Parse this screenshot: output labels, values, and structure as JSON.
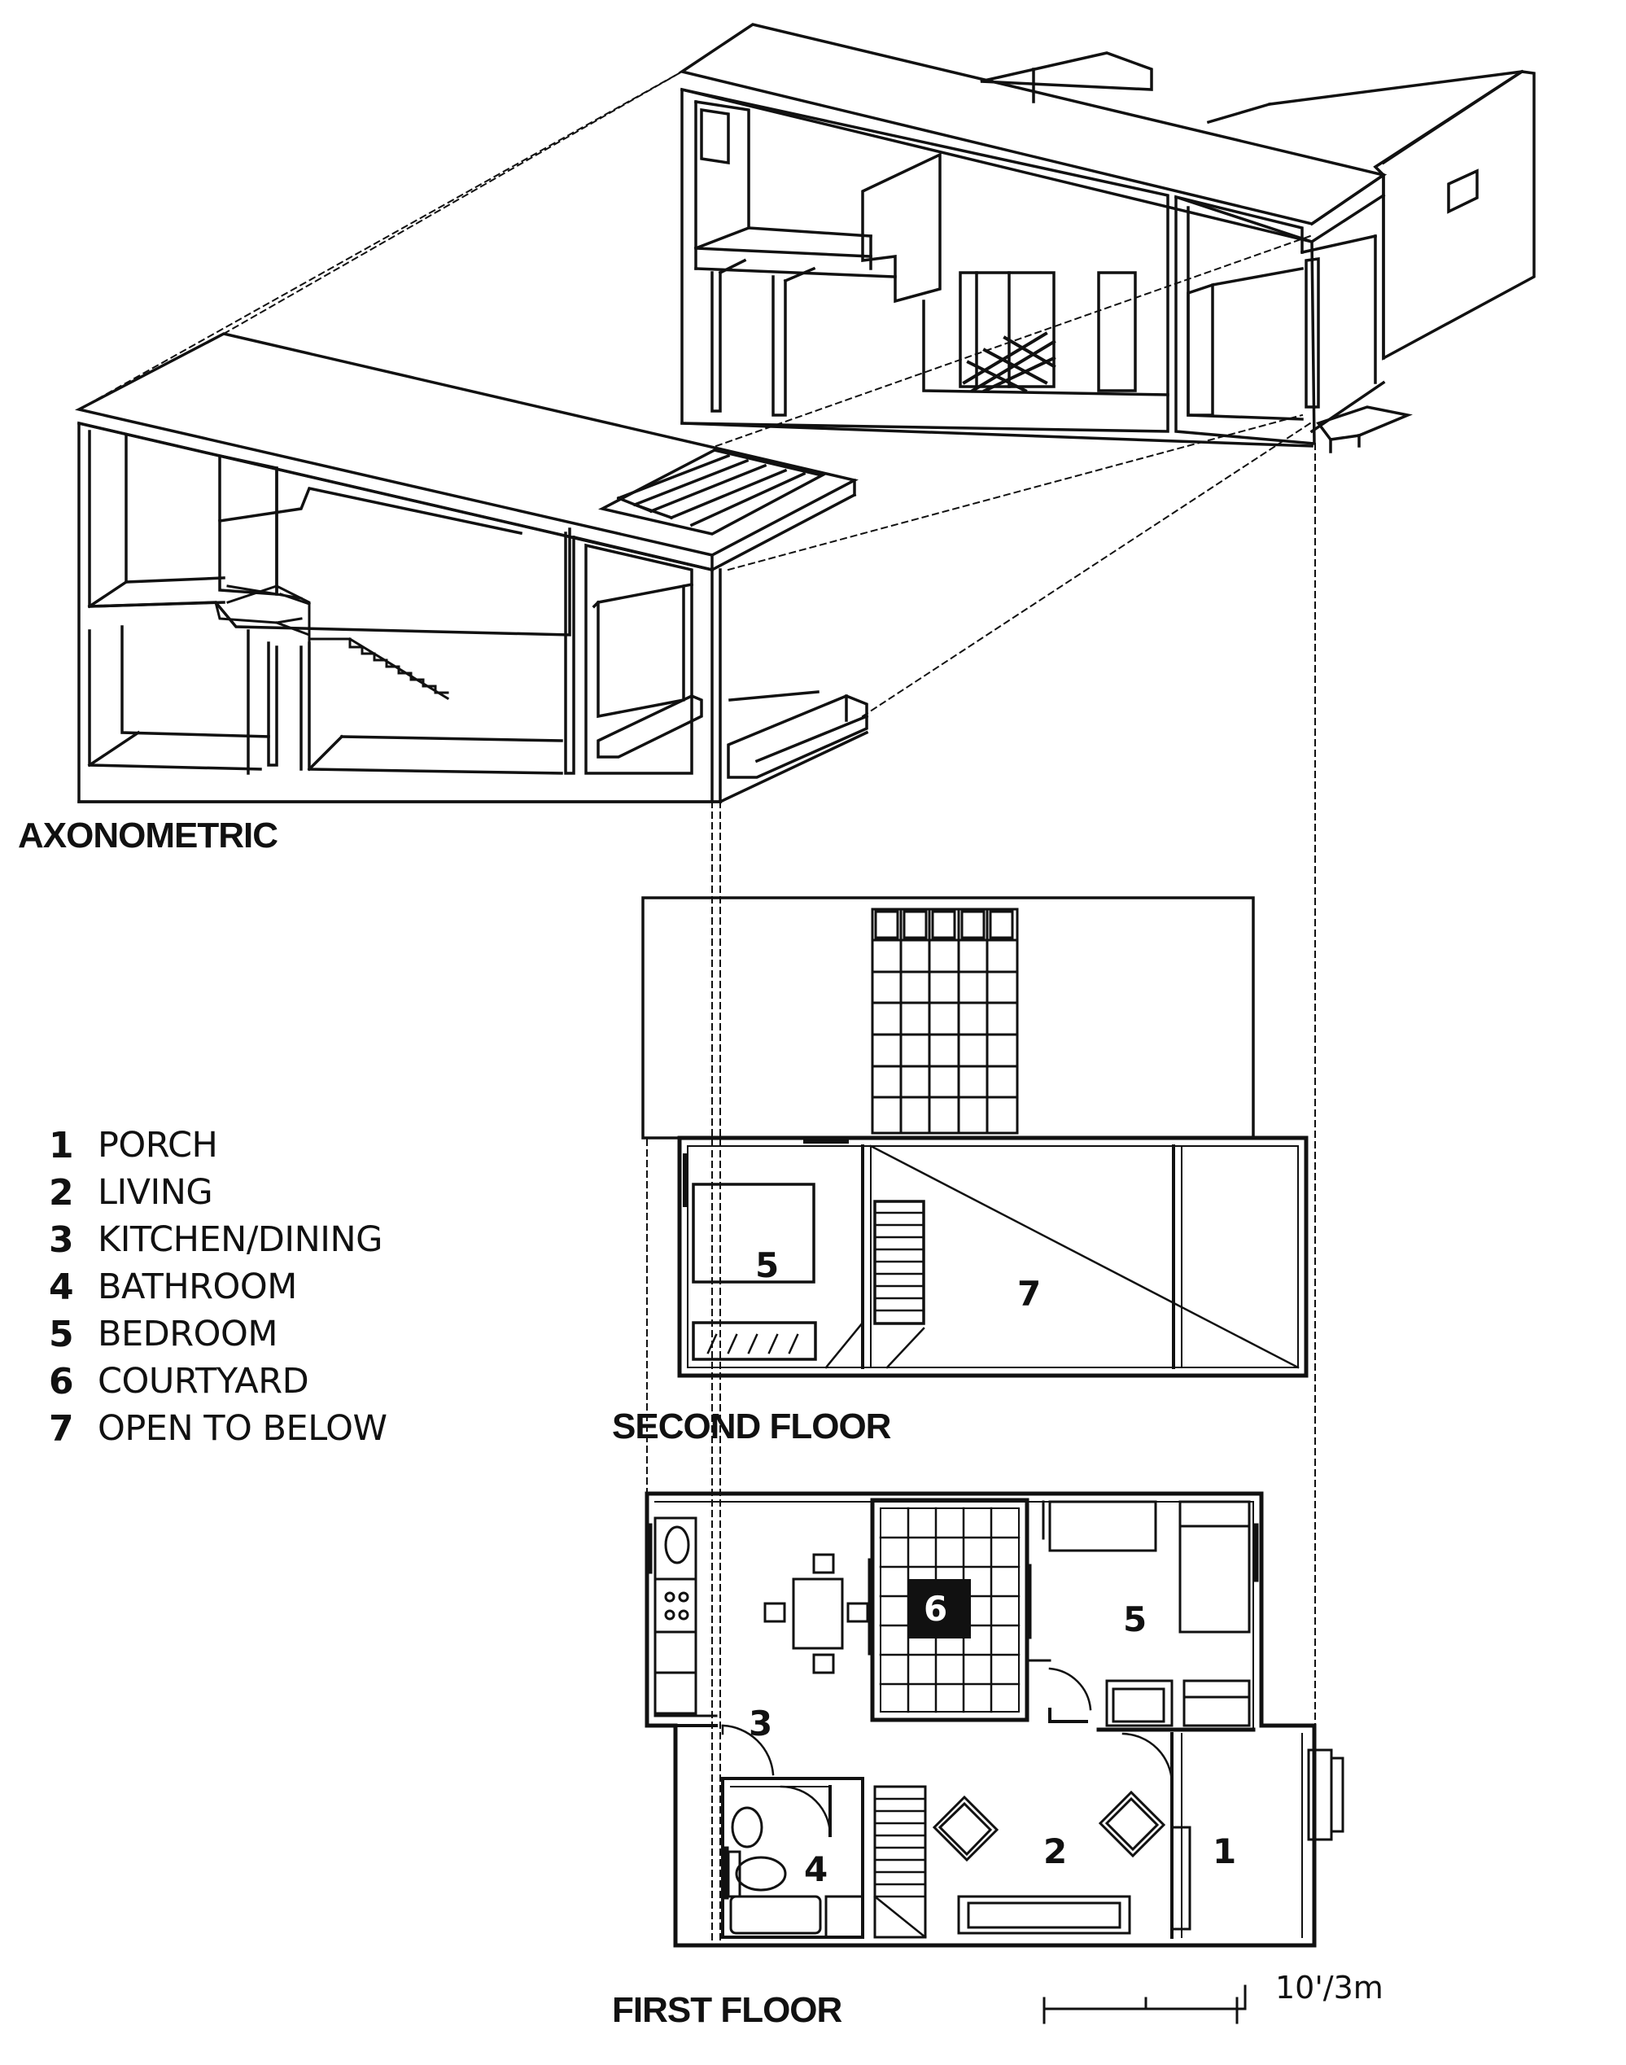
{
  "headings": {
    "axonometric": "AXONOMETRIC",
    "second_floor": "SECOND FLOOR",
    "first_floor": "FIRST FLOOR"
  },
  "legend": [
    {
      "num": "1",
      "label": "PORCH"
    },
    {
      "num": "2",
      "label": "LIVING"
    },
    {
      "num": "3",
      "label": "KITCHEN/DINING"
    },
    {
      "num": "4",
      "label": "BATHROOM"
    },
    {
      "num": "5",
      "label": "BEDROOM"
    },
    {
      "num": "6",
      "label": "COURTYARD"
    },
    {
      "num": "7",
      "label": "OPEN TO BELOW"
    }
  ],
  "room_labels": {
    "second_bedroom": "5",
    "open_to_below": "7",
    "kitchen_dining": "3",
    "courtyard": "6",
    "first_bedroom": "5",
    "bathroom": "4",
    "living": "2",
    "porch": "1"
  },
  "scale": {
    "label": "10'/3m"
  },
  "colors": {
    "ink": "#111111",
    "paper": "#ffffff"
  }
}
